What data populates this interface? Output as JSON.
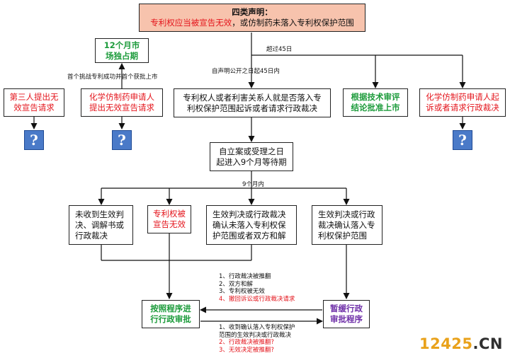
{
  "top": {
    "title": "四类声明：",
    "subtitle_red": "专利权应当被宣告无效",
    "subtitle_rest": "，或仿制药未落入专利权保护范围"
  },
  "market": {
    "line1": "12个月市",
    "line2": "场独占期"
  },
  "challenge_label": "首个挑战专利成功并首个获批上市",
  "labels": {
    "over45": "超过45日",
    "within45": "自声明公开之日起45日内",
    "nine_months": "9个月内"
  },
  "third_party": {
    "line1": "第三人提出无",
    "line2": "效宣告请求"
  },
  "applicant_invalid": {
    "line1": "化学仿制药申请人",
    "line2": "提出无效宣告请求"
  },
  "lawsuit": {
    "line1": "专利权人或者利害关系人就是否落入专",
    "line2": "利权保护范围起诉或者请求行政裁决"
  },
  "tech_review": {
    "line1": "根据技术审评",
    "line2": "结论批准上市"
  },
  "applicant_ruling": {
    "line1": "化学仿制药申请人起",
    "line2": "诉或者请求行政裁决"
  },
  "question_mark": "?",
  "wait_period": {
    "line1": "自立案或受理之日",
    "line2": "起进入9个月等待期"
  },
  "outcomes": {
    "no_ruling": {
      "line1": "未收到生效判",
      "line2": "决、调解书或",
      "line3": "行政裁决"
    },
    "invalidated": {
      "line1": "专利权被",
      "line2": "宣告无效"
    },
    "settled": {
      "line1": "生效判决或行政裁决",
      "line2": "确认未落入专利权保",
      "line3": "护范围或者双方和解"
    },
    "infringing": {
      "line1": "生效判决或行政",
      "line2": "裁决确认落入专",
      "line3": "利权保护范围"
    }
  },
  "resume_reasons": {
    "r1": "1、行政裁决被推翻",
    "r2": "2、双方和解",
    "r3": "3、专利权被无效",
    "r4": "4、撤回诉讼或行政裁决请求"
  },
  "suspend_reasons": {
    "s1a": "1、收到确认落入专利权保护",
    "s1b": "范围的生效判决或行政裁决",
    "s2": "2、行政裁决被推翻?",
    "s3": "3、无效决定被推翻?"
  },
  "normal_approval": {
    "line1": "按照程序进",
    "line2": "行行政审批"
  },
  "suspend_approval": {
    "line1": "暂缓行政",
    "line2": "审批程序"
  },
  "watermark": {
    "digits": "12425",
    "suffix": ".CN"
  },
  "colors": {
    "red": "#e4151c",
    "green": "#1c9b3b",
    "purple": "#6e2fa8",
    "top_fill": "#f7c3ad",
    "question_fill": "#4a7ac8",
    "watermark_orange": "#e9a21b"
  }
}
